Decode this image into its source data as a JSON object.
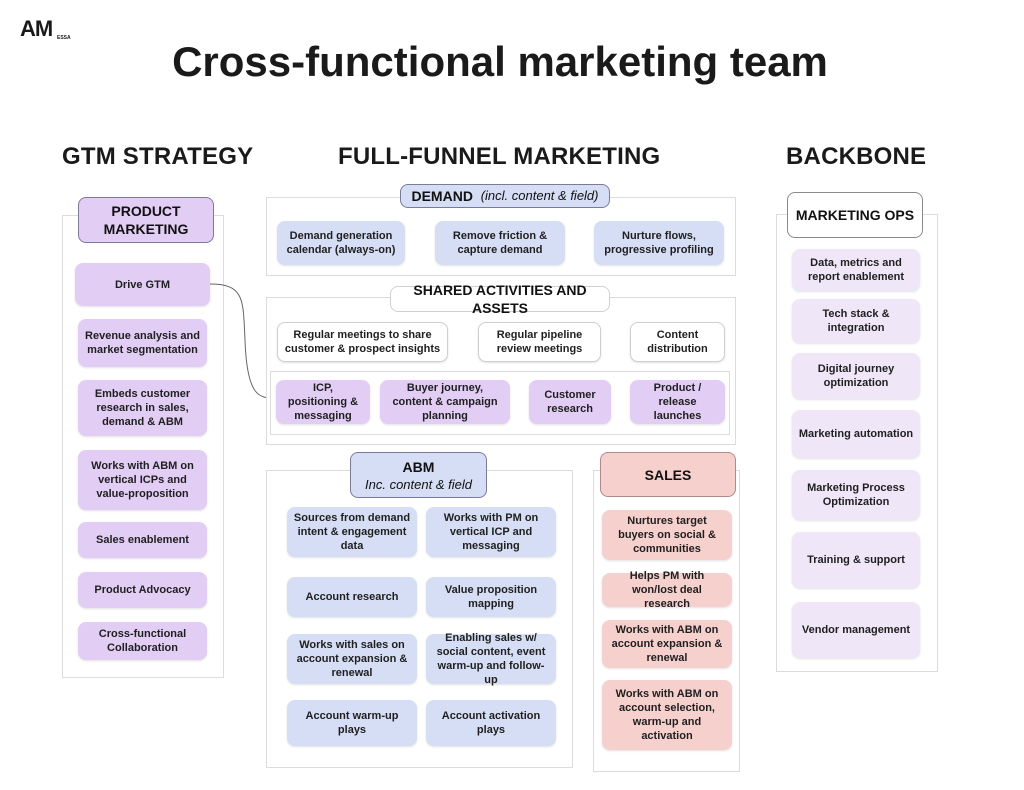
{
  "logo": {
    "main": "AM",
    "sub": "ESSA"
  },
  "title": "Cross-functional marketing team",
  "columns": {
    "gtm": "GTM STRATEGY",
    "ffm": "FULL-FUNNEL MARKETING",
    "backbone": "BACKBONE"
  },
  "product_marketing": {
    "title": "PRODUCT MARKETING",
    "items": [
      "Drive GTM",
      "Revenue analysis and market segmentation",
      "Embeds customer research in sales, demand & ABM",
      "Works with ABM on vertical ICPs and value-proposition",
      "Sales enablement",
      "Product Advocacy",
      "Cross-functional Collaboration"
    ]
  },
  "demand": {
    "title": "DEMAND",
    "subtitle": "(incl. content & field)",
    "items": [
      "Demand generation calendar (always-on)",
      "Remove friction & capture demand",
      "Nurture flows, progressive profiling"
    ]
  },
  "shared": {
    "title": "SHARED ACTIVITIES AND ASSETS",
    "top_items": [
      "Regular meetings to share customer & prospect insights",
      "Regular pipeline review meetings",
      "Content distribution"
    ],
    "bottom_items": [
      "ICP, positioning & messaging",
      "Buyer journey, content & campaign planning",
      "Customer research",
      "Product / release launches"
    ]
  },
  "abm": {
    "title": "ABM",
    "subtitle": "Inc. content & field",
    "items": [
      "Sources from demand intent & engagement data",
      "Works with PM on vertical ICP and messaging",
      "Account research",
      "Value proposition mapping",
      "Works with sales on account expansion & renewal",
      "Enabling sales w/ social content, event warm-up and follow-up",
      "Account warm-up plays",
      "Account activation plays"
    ]
  },
  "sales": {
    "title": "SALES",
    "items": [
      "Nurtures target buyers on social & communities",
      "Helps PM with won/lost deal research",
      "Works with ABM on account expansion & renewal",
      "Works with ABM on account selection, warm-up and activation"
    ]
  },
  "marketing_ops": {
    "title": "MARKETING OPS",
    "items": [
      "Data, metrics and report enablement",
      "Tech stack & integration",
      "Digital journey optimization",
      "Marketing automation",
      "Marketing Process Optimization",
      "Training & support",
      "Vendor management"
    ]
  },
  "colors": {
    "purple": "#e2cdf5",
    "blue": "#d6def5",
    "pink": "#f6d0cd",
    "pale_purple": "#efe6f8"
  }
}
